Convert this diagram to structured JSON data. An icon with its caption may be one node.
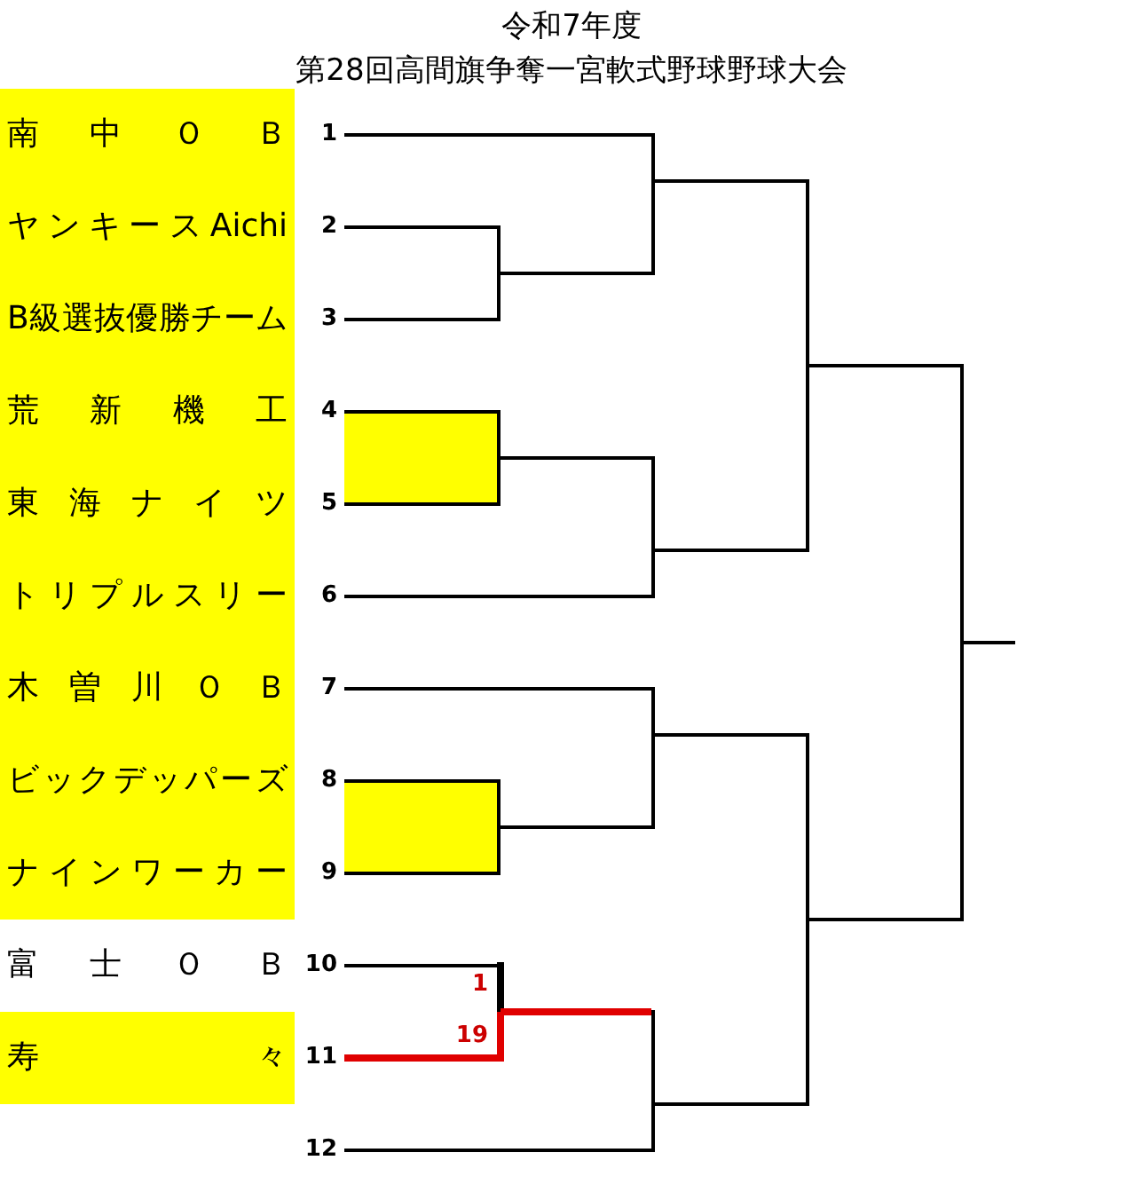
{
  "diagram": {
    "title": "第28回高間旗争奪一宮軟式野球野球大会",
    "nodes": [
      {
        "text": [
          "南中ＯＢ",
          "1"
        ]
      },
      {
        "text": [
          "ヤンキースAichi",
          "2"
        ]
      },
      {
        "text": [
          "B級選抜優勝チーム",
          "3"
        ]
      },
      {
        "text": [
          "荒新機工",
          "4"
        ]
      },
      {
        "text": [
          "東海ナイツ",
          "5"
        ]
      },
      {
        "text": [
          "トリプルスリー",
          "6"
        ]
      },
      {
        "text": [
          "木曽川ＯＢ",
          "7"
        ]
      },
      {
        "text": [
          "ビックデッパーズ",
          "8"
        ]
      },
      {
        "text": [
          "ナインワーカー",
          "9"
        ]
      },
      {
        "text": [
          "富士ＯＢ",
          "10"
        ]
      },
      {
        "text": [
          "寿々",
          "11"
        ]
      },
      {
        "text": [
          "12"
        ]
      },
      {
        "text": [],
        "shape": "bar"
      },
      {
        "text": [],
        "shape": "box"
      },
      {
        "text": [],
        "shape": "box"
      },
      {
        "text": [],
        "shape": "bar"
      },
      {
        "text": [],
        "shape": "bar"
      },
      {
        "text": [],
        "shape": "bar"
      },
      {
        "text": [],
        "shape": "bar"
      },
      {
        "text": [],
        "shape": "bar"
      },
      {
        "text": [],
        "shape": "bar"
      },
      {
        "text": [],
        "shape": "bar"
      },
      {
        "text": [],
        "shape": "bar"
      }
    ],
    "edges": [
      {
        "from": 0,
        "to": 16,
        "arrow": "none"
      },
      {
        "from": 1,
        "to": 12,
        "arrow": "none"
      },
      {
        "from": 2,
        "to": 12,
        "arrow": "none"
      },
      {
        "from": 3,
        "to": 13,
        "arrow": "none"
      },
      {
        "from": 4,
        "to": 13,
        "arrow": "none"
      },
      {
        "from": 5,
        "to": 17,
        "arrow": "none"
      },
      {
        "from": 6,
        "to": 18,
        "arrow": "none"
      },
      {
        "from": 7,
        "to": 14,
        "arrow": "none"
      },
      {
        "from": 8,
        "to": 14,
        "arrow": "none"
      },
      {
        "from": 9,
        "to": 15,
        "arrow": "none",
        "label": "1"
      },
      {
        "from": 10,
        "to": 15,
        "arrow": "none",
        "label": "19",
        "style": "thick",
        "color": "#e00000"
      },
      {
        "from": 11,
        "to": 19,
        "arrow": "none"
      },
      {
        "from": 12,
        "to": 16,
        "arrow": "none"
      },
      {
        "from": 13,
        "to": 17,
        "arrow": "none"
      },
      {
        "from": 14,
        "to": 18,
        "arrow": "none"
      },
      {
        "from": 15,
        "to": 19,
        "arrow": "none",
        "style": "thick",
        "color": "#e00000"
      },
      {
        "from": 16,
        "to": 20,
        "arrow": "none"
      },
      {
        "from": 17,
        "to": 20,
        "arrow": "none"
      },
      {
        "from": 18,
        "to": 21,
        "arrow": "none"
      },
      {
        "from": 19,
        "to": 21,
        "arrow": "none"
      },
      {
        "from": 20,
        "to": 22,
        "arrow": "none"
      },
      {
        "from": 21,
        "to": 22,
        "arrow": "none"
      },
      {
        "from": 22,
        "to": null,
        "arrow": "none"
      }
    ],
    "labels": [
      "令和7年度"
    ]
  }
}
